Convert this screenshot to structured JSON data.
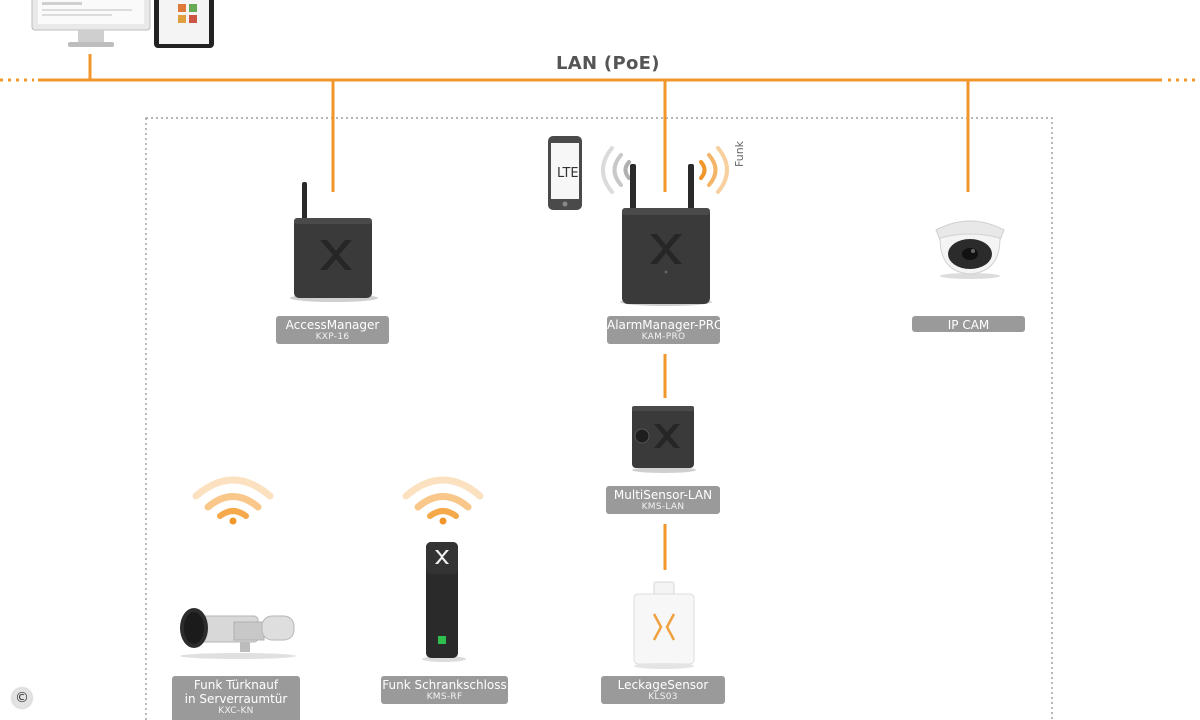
{
  "network": {
    "label": "LAN (PoE)",
    "accent": "#f0962a",
    "frame": "#8c8c8c",
    "label_bg": "#9a9a9a"
  },
  "badges": {
    "lte": "LTE",
    "funk": "Funk",
    "copyright": "©"
  },
  "devices": {
    "access_manager": {
      "name": "AccessManager",
      "code": "KXP-16"
    },
    "alarm_manager": {
      "name": "AlarmManager-PRO",
      "code": "KAM-PRO"
    },
    "ip_cam": {
      "name": "IP CAM"
    },
    "multisensor": {
      "name": "MultiSensor-LAN",
      "code": "KMS-LAN"
    },
    "door_knob": {
      "name_line1": "Funk Türknauf",
      "name_line2": "in Serverraumtür",
      "code": "KXC-KN"
    },
    "cabinet_lock": {
      "name": "Funk Schrankschloss",
      "code": "KMS-RF"
    },
    "leak_sensor": {
      "name": "LeckageSensor",
      "code": "KLS03"
    }
  }
}
